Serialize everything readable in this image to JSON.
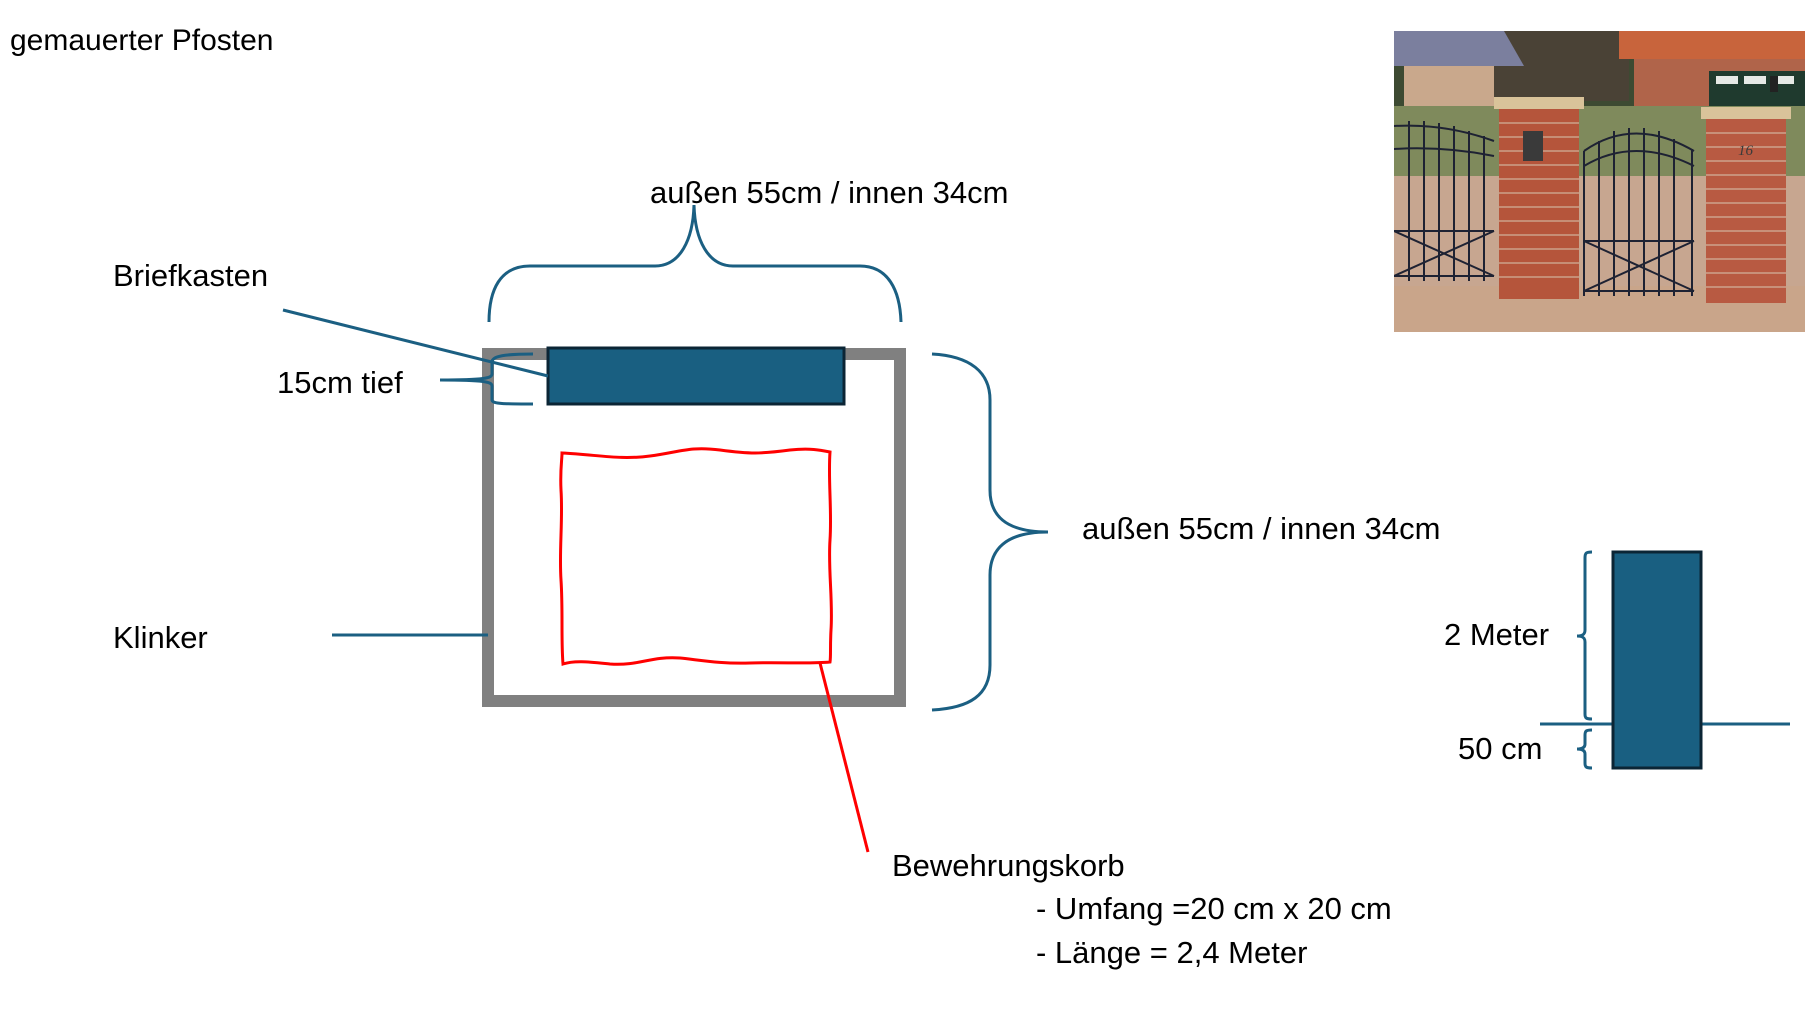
{
  "title": "gemauerter Pfosten",
  "labels": {
    "top_dimension": "außen 55cm / innen 34cm",
    "right_dimension": "außen 55cm / innen 34cm",
    "briefkasten": "Briefkasten",
    "depth": "15cm tief",
    "klinker": "Klinker",
    "height_above": "2 Meter",
    "depth_below": "50 cm"
  },
  "bewehrungskorb": {
    "heading": "Bewehrungskorb",
    "items": [
      "- Umfang =20 cm x 20 cm",
      "- Länge = 2,4 Meter"
    ]
  },
  "photo": {
    "house_number": "16"
  },
  "colors": {
    "brace_blue": "#1b5f82",
    "box_fill": "#195f81",
    "box_border": "#0b2535",
    "wall_gray": "#808080",
    "rebar_red": "#ff0000",
    "brick": "#b5553b"
  }
}
